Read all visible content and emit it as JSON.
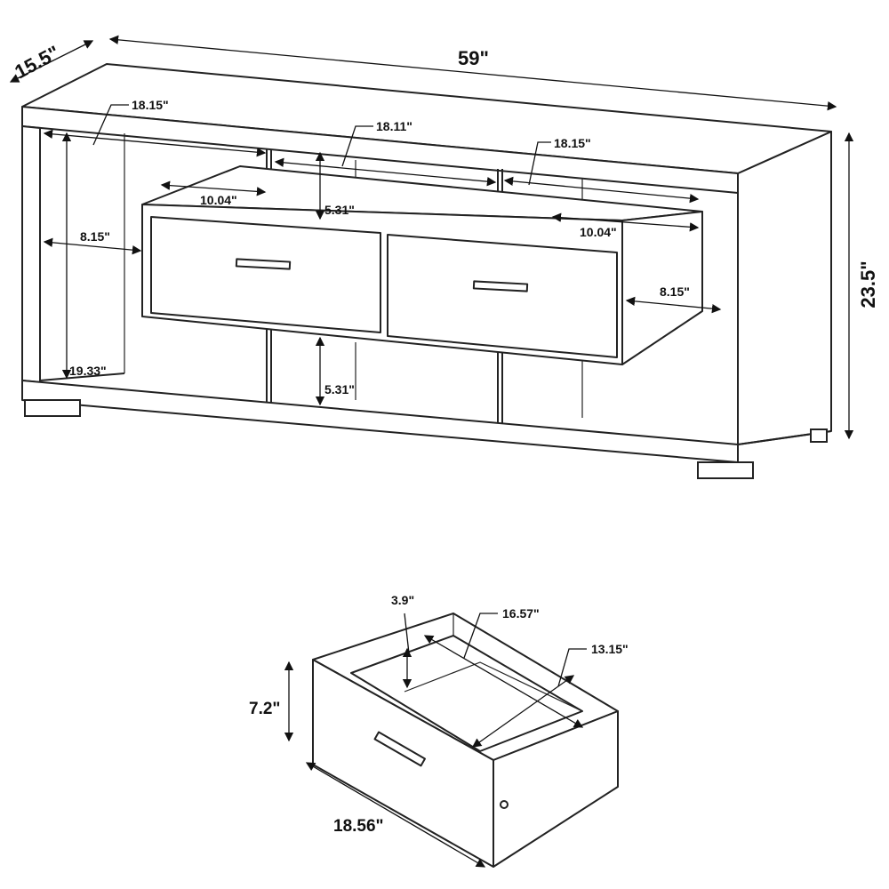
{
  "tv_stand": {
    "overall_depth": "15.5\"",
    "overall_width": "59\"",
    "overall_height": "23.5\"",
    "left_shelf_width": "18.15\"",
    "center_shelf_width": "18.11\"",
    "right_shelf_width": "18.15\"",
    "left_small_shelf_width": "10.04\"",
    "right_small_shelf_width": "10.04\"",
    "center_upper_height": "5.31\"",
    "center_lower_height": "5.31\"",
    "left_depth": "8.15\"",
    "right_depth": "8.15\"",
    "left_height": "19.33\""
  },
  "drawer": {
    "side_height": "3.9\"",
    "inner_width": "16.57\"",
    "inner_depth": "13.15\"",
    "front_height": "7.2\"",
    "front_width": "18.56\""
  }
}
